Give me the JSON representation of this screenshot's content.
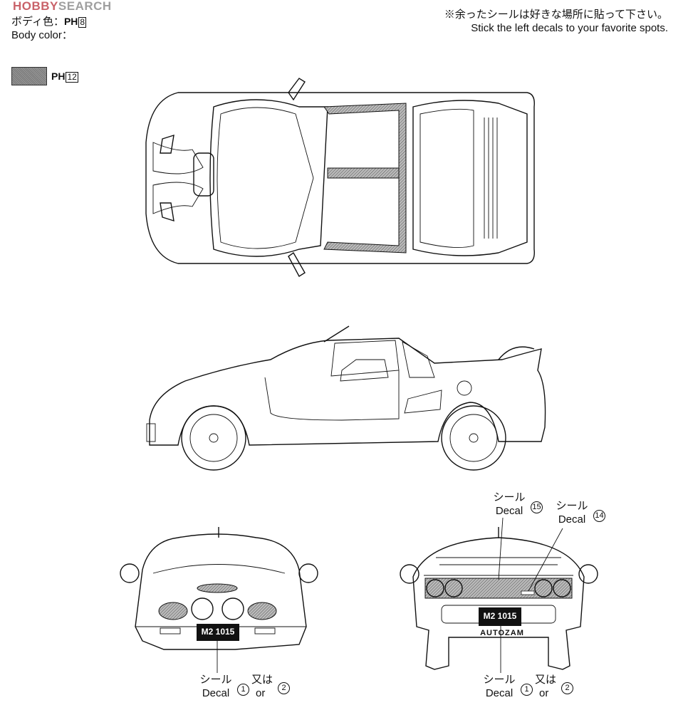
{
  "watermark": {
    "part1": "HOBBY",
    "part2": "SEARCH"
  },
  "body_color": {
    "label_jp": "ボディ色：",
    "label_en": "Body color：",
    "paint_prefix": "PH",
    "paint_number": "8"
  },
  "secondary_color": {
    "paint_prefix": "PH",
    "paint_number": "12",
    "swatch_color": "#888888"
  },
  "note": {
    "jp": "※余ったシールは好きな場所に貼って下さい。",
    "en": "Stick the left decals to your favorite spots."
  },
  "callouts": {
    "front_plate": {
      "jp": "シール",
      "en": "Decal",
      "num1": "1",
      "or_jp": "又は",
      "or_en": "or",
      "num2": "2"
    },
    "rear_plate": {
      "jp": "シール",
      "en": "Decal",
      "num1": "1",
      "or_jp": "又は",
      "or_en": "or",
      "num2": "2"
    },
    "rear_panel": {
      "jp": "シール",
      "en": "Decal",
      "num": "15"
    },
    "rear_badge": {
      "jp": "シール",
      "en": "Decal",
      "num": "14"
    }
  },
  "plates": {
    "front": "M2 1015",
    "rear": "M2 1015"
  },
  "rear_logo": "AUTOZAM"
}
